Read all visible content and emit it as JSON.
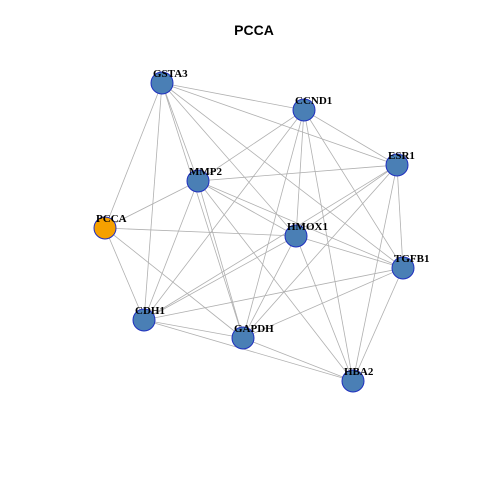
{
  "title": "PCCA",
  "colors": {
    "node_default": "#4a7fb5",
    "node_highlight": "#f5a000",
    "node_border": "#1f2fbf",
    "edge": "#b0b0b0"
  },
  "nodes": [
    {
      "id": "GSTA3",
      "label": "GSTA3",
      "highlight": false
    },
    {
      "id": "CCND1",
      "label": "CCND1",
      "highlight": false
    },
    {
      "id": "ESR1",
      "label": "ESR1",
      "highlight": false
    },
    {
      "id": "MMP2",
      "label": "MMP2",
      "highlight": false
    },
    {
      "id": "PCCA",
      "label": "PCCA",
      "highlight": true
    },
    {
      "id": "HMOX1",
      "label": "HMOX1",
      "highlight": false
    },
    {
      "id": "TGFB1",
      "label": "TGFB1",
      "highlight": false
    },
    {
      "id": "CDH1",
      "label": "CDH1",
      "highlight": false
    },
    {
      "id": "GAPDH",
      "label": "GAPDH",
      "highlight": false
    },
    {
      "id": "HBA2",
      "label": "HBA2",
      "highlight": false
    }
  ],
  "edges": [
    [
      "GSTA3",
      "CCND1"
    ],
    [
      "GSTA3",
      "ESR1"
    ],
    [
      "GSTA3",
      "MMP2"
    ],
    [
      "GSTA3",
      "PCCA"
    ],
    [
      "GSTA3",
      "HMOX1"
    ],
    [
      "GSTA3",
      "TGFB1"
    ],
    [
      "GSTA3",
      "CDH1"
    ],
    [
      "GSTA3",
      "GAPDH"
    ],
    [
      "CCND1",
      "ESR1"
    ],
    [
      "CCND1",
      "MMP2"
    ],
    [
      "CCND1",
      "HMOX1"
    ],
    [
      "CCND1",
      "TGFB1"
    ],
    [
      "CCND1",
      "CDH1"
    ],
    [
      "CCND1",
      "GAPDH"
    ],
    [
      "CCND1",
      "HBA2"
    ],
    [
      "ESR1",
      "MMP2"
    ],
    [
      "ESR1",
      "HMOX1"
    ],
    [
      "ESR1",
      "TGFB1"
    ],
    [
      "ESR1",
      "CDH1"
    ],
    [
      "ESR1",
      "GAPDH"
    ],
    [
      "ESR1",
      "HBA2"
    ],
    [
      "MMP2",
      "PCCA"
    ],
    [
      "MMP2",
      "HMOX1"
    ],
    [
      "MMP2",
      "TGFB1"
    ],
    [
      "MMP2",
      "CDH1"
    ],
    [
      "MMP2",
      "GAPDH"
    ],
    [
      "MMP2",
      "HBA2"
    ],
    [
      "PCCA",
      "HMOX1"
    ],
    [
      "PCCA",
      "CDH1"
    ],
    [
      "PCCA",
      "GAPDH"
    ],
    [
      "HMOX1",
      "TGFB1"
    ],
    [
      "HMOX1",
      "CDH1"
    ],
    [
      "HMOX1",
      "GAPDH"
    ],
    [
      "HMOX1",
      "HBA2"
    ],
    [
      "TGFB1",
      "CDH1"
    ],
    [
      "TGFB1",
      "GAPDH"
    ],
    [
      "TGFB1",
      "HBA2"
    ],
    [
      "CDH1",
      "GAPDH"
    ],
    [
      "CDH1",
      "HBA2"
    ],
    [
      "GAPDH",
      "HBA2"
    ]
  ]
}
